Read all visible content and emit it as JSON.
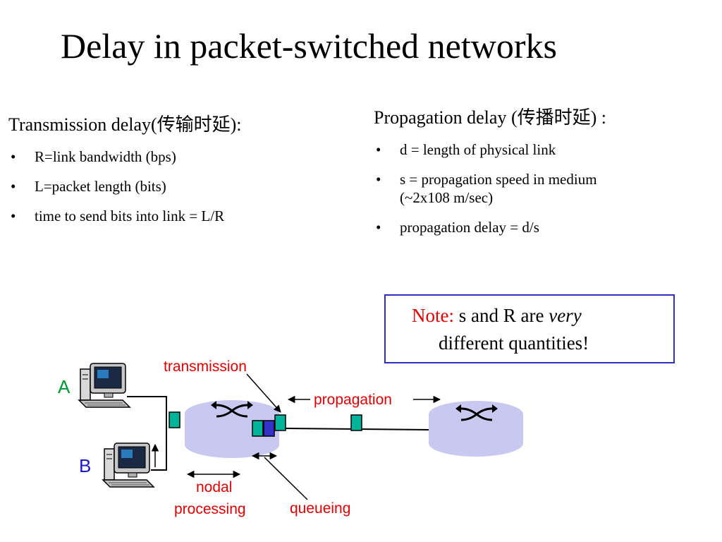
{
  "title": "Delay in packet-switched networks",
  "transmission": {
    "heading": "Transmission delay(传输时延):",
    "bullets": [
      "R=link bandwidth (bps)",
      "L=packet length (bits)",
      "time to send bits into link = L/R"
    ]
  },
  "propagation": {
    "heading": "Propagation delay (传播时延) :",
    "bullets": [
      "d = length of physical link",
      "s = propagation speed in medium",
      "(~2x108 m/sec)",
      "propagation delay = d/s"
    ]
  },
  "note": {
    "label": "Note:",
    "text_before": "s and R are",
    "emphasis": "very",
    "line2": "different quantities!"
  },
  "diagram": {
    "labels": {
      "transmission": "transmission",
      "propagation": "propagation",
      "nodal_line1": "nodal",
      "nodal_line2": "processing",
      "queueing": "queueing",
      "host_a": "A",
      "host_b": "B"
    },
    "colors": {
      "label": "#e60000",
      "packet": "#00b39b",
      "packet_queued": "#3333cc",
      "router_fill": "#c8c8f0",
      "host_a": "#009933",
      "host_b": "#1a1acc"
    },
    "icons": [
      "computer-icon",
      "router-icon",
      "packet-icon"
    ]
  }
}
